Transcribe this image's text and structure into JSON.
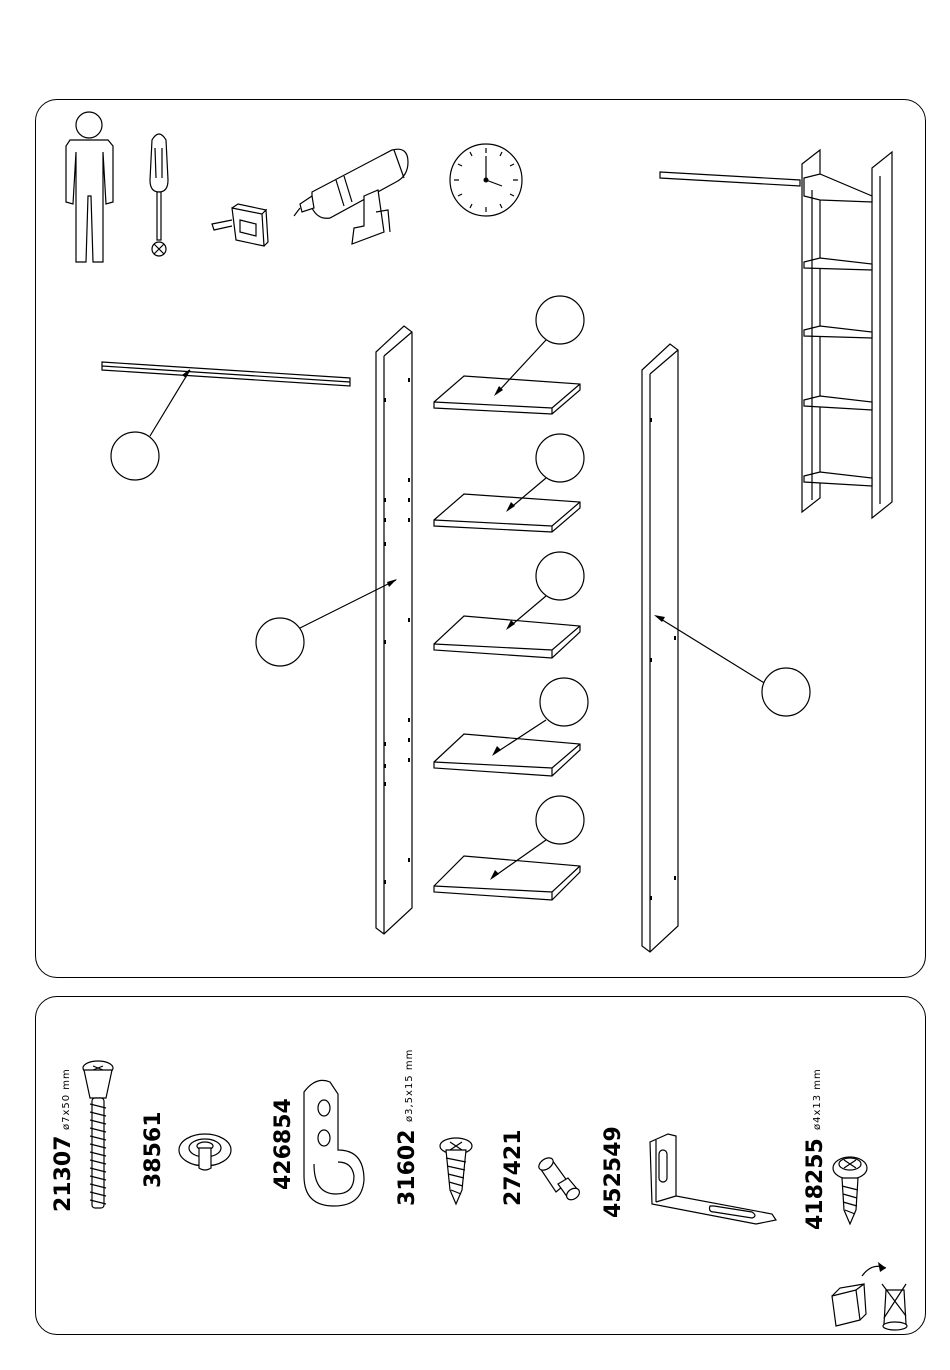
{
  "tools": [
    {
      "name": "person-icon"
    },
    {
      "name": "phillips-screwdriver-icon"
    },
    {
      "name": "tape-measure-icon"
    },
    {
      "name": "power-drill-icon"
    },
    {
      "name": "clock-icon"
    }
  ],
  "panel_parts": {
    "rail": {
      "name": "hanging-rail"
    },
    "side_left": {
      "name": "side-panel-left"
    },
    "side_right": {
      "name": "side-panel-right"
    },
    "shelves": [
      {
        "name": "shelf-1"
      },
      {
        "name": "shelf-2"
      },
      {
        "name": "shelf-3"
      },
      {
        "name": "shelf-4"
      },
      {
        "name": "shelf-5"
      }
    ],
    "assembled": {
      "name": "assembled-shelving-unit"
    }
  },
  "hardware": [
    {
      "part_no": "21307",
      "dimension": "ø7x50 mm",
      "icon": "confirmat-screw-icon"
    },
    {
      "part_no": "38561",
      "dimension": "",
      "icon": "cam-lock-dowel-icon"
    },
    {
      "part_no": "426854",
      "dimension": "",
      "icon": "rail-holder-bracket-icon"
    },
    {
      "part_no": "31602",
      "dimension": "ø3,5x15 mm",
      "icon": "wood-screw-icon"
    },
    {
      "part_no": "27421",
      "dimension": "",
      "icon": "shelf-pin-icon"
    },
    {
      "part_no": "452549",
      "dimension": "",
      "icon": "angle-bracket-icon"
    },
    {
      "part_no": "418255",
      "dimension": "ø4x13 mm",
      "icon": "pan-head-screw-icon"
    }
  ],
  "footer": {
    "icon": "disposal-recycling-icon"
  }
}
